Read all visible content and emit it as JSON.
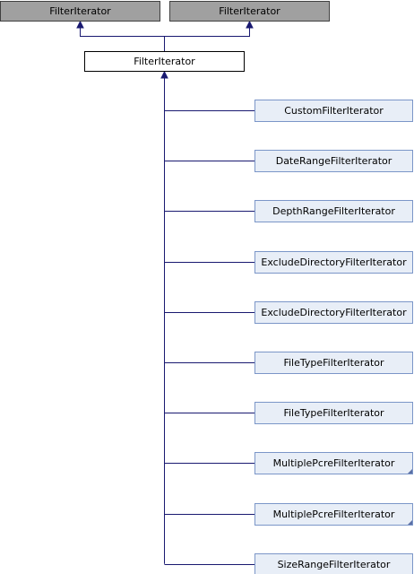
{
  "colors": {
    "base_fill": "#a0a0a0",
    "base_stroke": "#404040",
    "focus_fill": "#ffffff",
    "focus_stroke": "#000000",
    "derived_fill": "#e8eef7",
    "derived_stroke": "#7b96c8",
    "edge": "#191970"
  },
  "bases": [
    {
      "label": "FilterIterator"
    },
    {
      "label": "FilterIterator"
    }
  ],
  "focus": {
    "label": "FilterIterator"
  },
  "derived": [
    {
      "label": "CustomFilterIterator",
      "truncated_marker": false
    },
    {
      "label": "DateRangeFilterIterator",
      "truncated_marker": false
    },
    {
      "label": "DepthRangeFilterIterator",
      "truncated_marker": false
    },
    {
      "label": "ExcludeDirectoryFilterIterator",
      "truncated_marker": false
    },
    {
      "label": "ExcludeDirectoryFilterIterator",
      "truncated_marker": false
    },
    {
      "label": "FileTypeFilterIterator",
      "truncated_marker": false
    },
    {
      "label": "FileTypeFilterIterator",
      "truncated_marker": false
    },
    {
      "label": "MultiplePcreFilterIterator",
      "truncated_marker": true
    },
    {
      "label": "MultiplePcreFilterIterator",
      "truncated_marker": true
    },
    {
      "label": "SizeRangeFilterIterator",
      "truncated_marker": false
    }
  ]
}
